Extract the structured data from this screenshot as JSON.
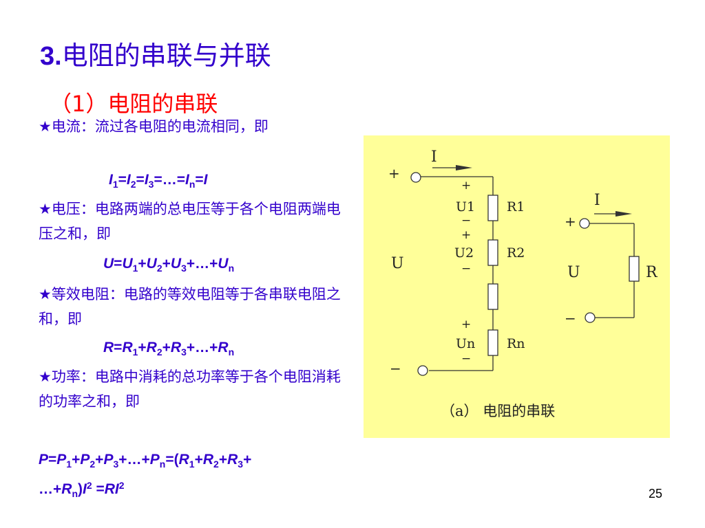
{
  "slide": {
    "title_num": "3.",
    "title_text": "电阻的串联与并联",
    "subtitle": "（1）电阻的串联",
    "current_text": "★电流：流过各电阻的电流相同，即",
    "voltage_text": "★电压：电路两端的总电压等于各个电阻两端电压之和，即",
    "resistance_text": "★等效电阻：电路的等效电阻等于各串联电阻之和，即",
    "power_text": "★功率：电路中消耗的总功率等于各个电阻消耗的功率之和，即",
    "page_number": "25"
  },
  "circuit": {
    "current_label": "I",
    "plus": "+",
    "minus": "−",
    "voltage_label": "U",
    "u1": "U1",
    "u2": "U2",
    "un": "Un",
    "r1": "R1",
    "r2": "R2",
    "rn": "Rn",
    "r_eq": "R",
    "caption": "（a） 电阻的串联"
  },
  "colors": {
    "text": "#3300cc",
    "subtitle": "#ff0000",
    "diagram_bg": "#ffff99"
  }
}
